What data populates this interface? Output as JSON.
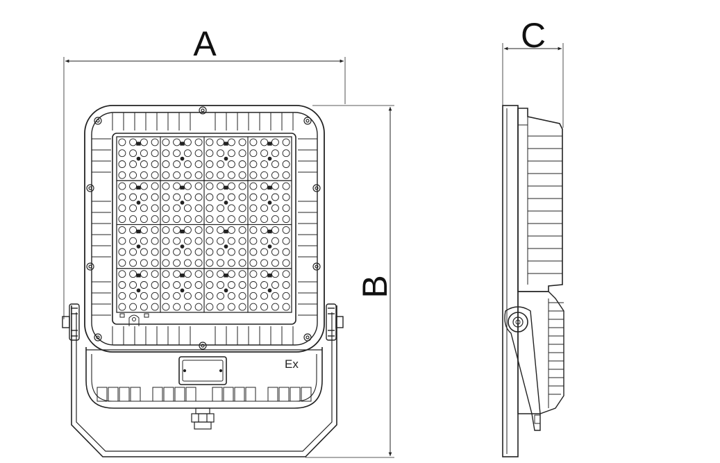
{
  "dimensions": {
    "width_label": "A",
    "height_label": "B",
    "depth_label": "C"
  },
  "markings": {
    "explosion_proof": "Ex"
  },
  "led_panel": {
    "rows": 4,
    "cols": 4,
    "leds_per_module_rows": 4,
    "leds_per_module_cols": 4
  },
  "colors": {
    "line": "#222222",
    "background": "#ffffff"
  }
}
